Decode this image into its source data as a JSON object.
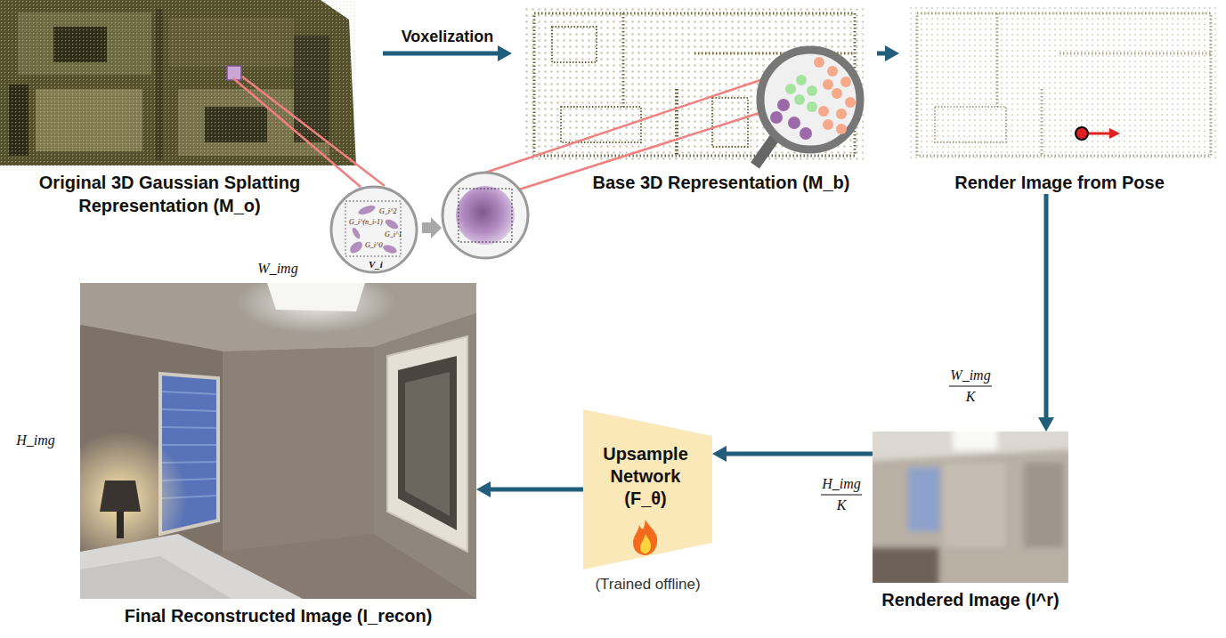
{
  "diagram": {
    "nodes": [
      {
        "text": [
          "Original 3D Gaussian Splatting Representation (M_o)"
        ]
      },
      {
        "text": [
          "G_i^2",
          "G_i^(n_i-1)",
          "G_i^1",
          "G_i^0",
          "V_i"
        ]
      },
      {
        "text": [
          "Base 3D Representation (M_b)"
        ]
      },
      {
        "text": [
          "Render Image from Pose"
        ]
      },
      {
        "text": [
          "Rendered Image (I^r)"
        ]
      },
      {
        "text": [
          "Upsample Network (F_θ)",
          "(Trained offline)"
        ]
      },
      {
        "text": [
          "Final Reconstructed Image (I_recon)"
        ]
      }
    ],
    "edges": [
      {
        "from": 0,
        "to": 2,
        "arrow": "to",
        "label": "Voxelization"
      },
      {
        "from": 2,
        "to": 3,
        "arrow": "to"
      },
      {
        "from": 3,
        "to": 4,
        "arrow": "to"
      },
      {
        "from": 4,
        "to": 5,
        "arrow": "to"
      },
      {
        "from": 5,
        "to": 6,
        "arrow": "to"
      }
    ],
    "labels": [
      "W_img",
      "H_img",
      "W_img",
      "K",
      "H_img",
      "K"
    ]
  }
}
